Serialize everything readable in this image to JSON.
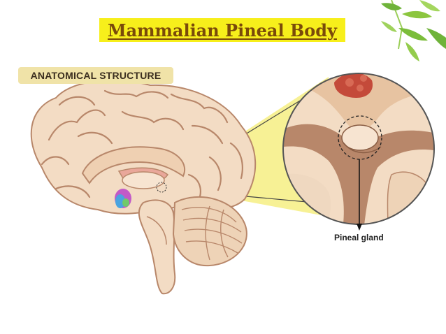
{
  "title": "Mammalian Pineal Body",
  "badge": "ANATOMICAL STRUCTURE",
  "callout_label": "Pineal gland",
  "colors": {
    "title_bg": "#f7ef1b",
    "title_text": "#7a4a0a",
    "badge_bg": "#f0e3a8",
    "brain_tissue": "#f3dcc4",
    "sulcus": "#b8876a",
    "zoom_highlight": "#f6f08a",
    "leaf": "#8cc63f"
  },
  "icons": [
    "bamboo-leaves-decoration"
  ]
}
